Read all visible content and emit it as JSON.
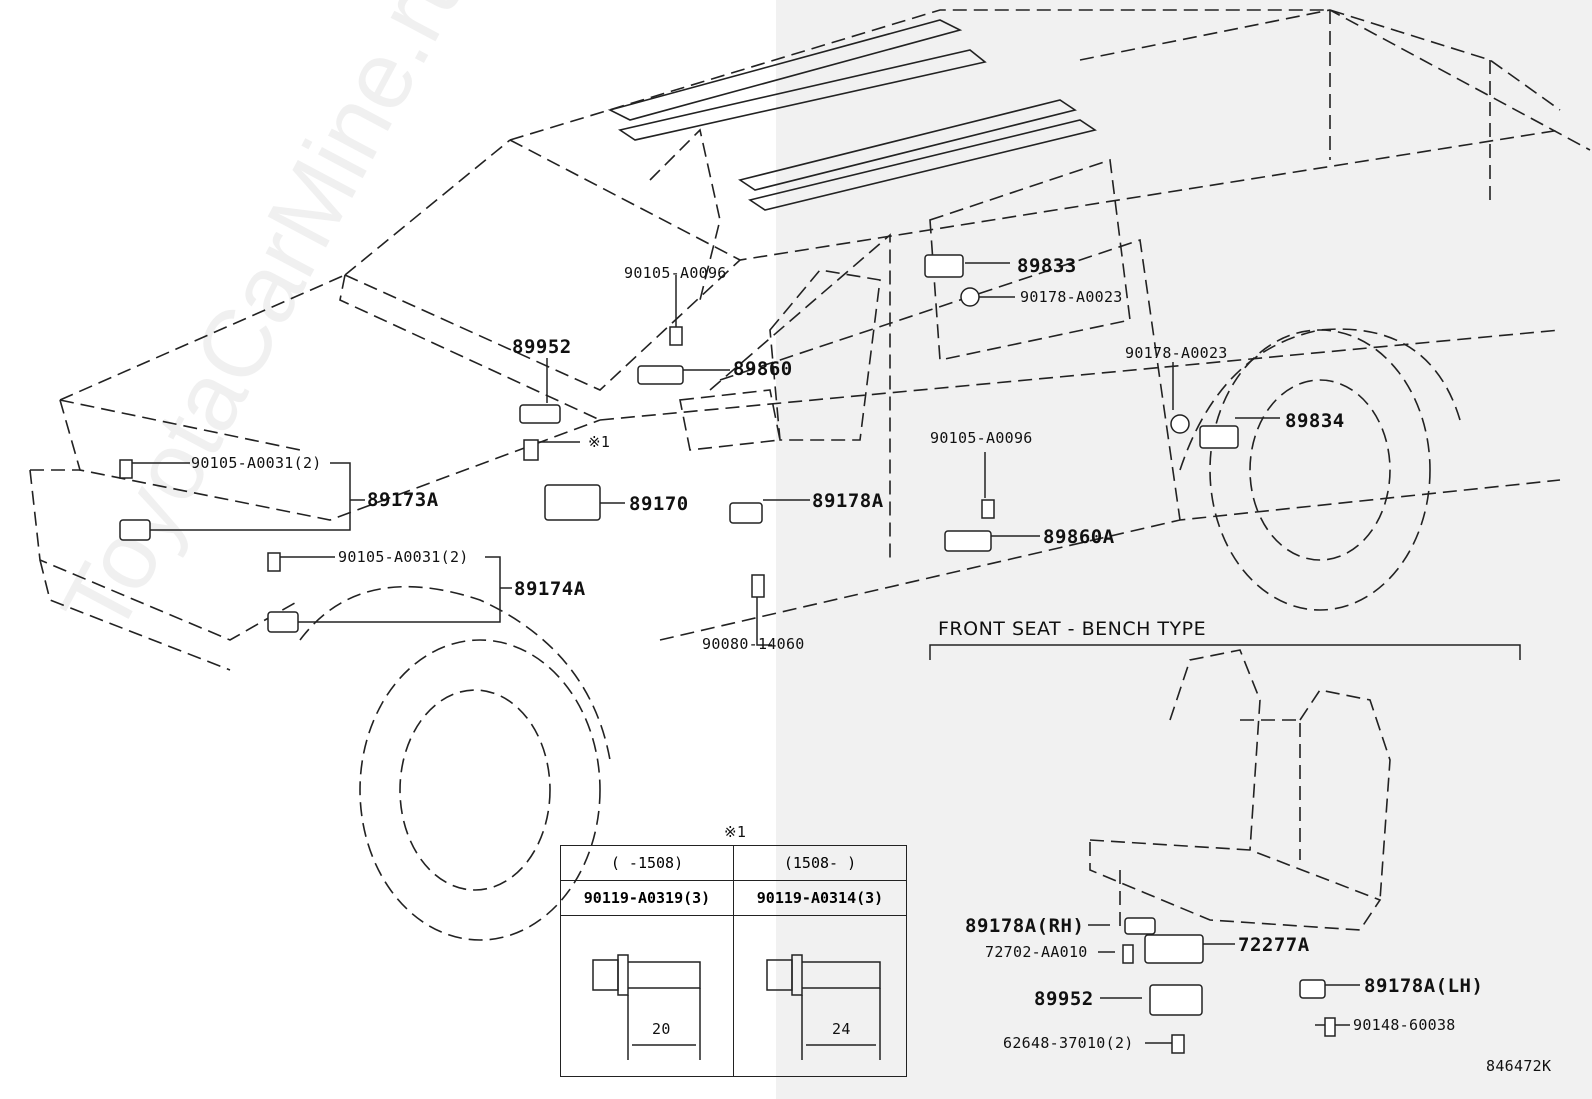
{
  "diagram_id": "846472K",
  "watermark": "ToyotaCarMine.ru",
  "section_title": "FRONT SEAT - BENCH TYPE",
  "ref_note_symbol": "※1",
  "parts": {
    "p89833": "89833",
    "p90178_a": "90178-A0023",
    "p90105_a0096_top": "90105-A0096",
    "p89952": "89952",
    "p89860": "89860",
    "p90178_b": "90178-A0023",
    "p89834": "89834",
    "ref_mark": "※1",
    "p90105_a0096_mid": "90105-A0096",
    "p90105_a0031_a": "90105-A0031(2)",
    "p89173a": "89173A",
    "p89170": "89170",
    "p89178a": "89178A",
    "p89860a": "89860A",
    "p90105_a0031_b": "90105-A0031(2)",
    "p89174a": "89174A",
    "p90080": "90080-14060"
  },
  "seat_parts": {
    "p89178a_rh": "89178A(RH)",
    "p72277a": "72277A",
    "p72702": "72702-AA010",
    "p89952": "89952",
    "p89178a_lh": "89178A(LH)",
    "p90148": "90148-60038",
    "p62648": "62648-37010(2)"
  },
  "ref_table": {
    "col1_range": "(     -1508)",
    "col2_range": "(1508-     )",
    "col1_part": "90119-A0319(3)",
    "col2_part": "90119-A0314(3)",
    "col1_dim": "20",
    "col2_dim": "24"
  }
}
